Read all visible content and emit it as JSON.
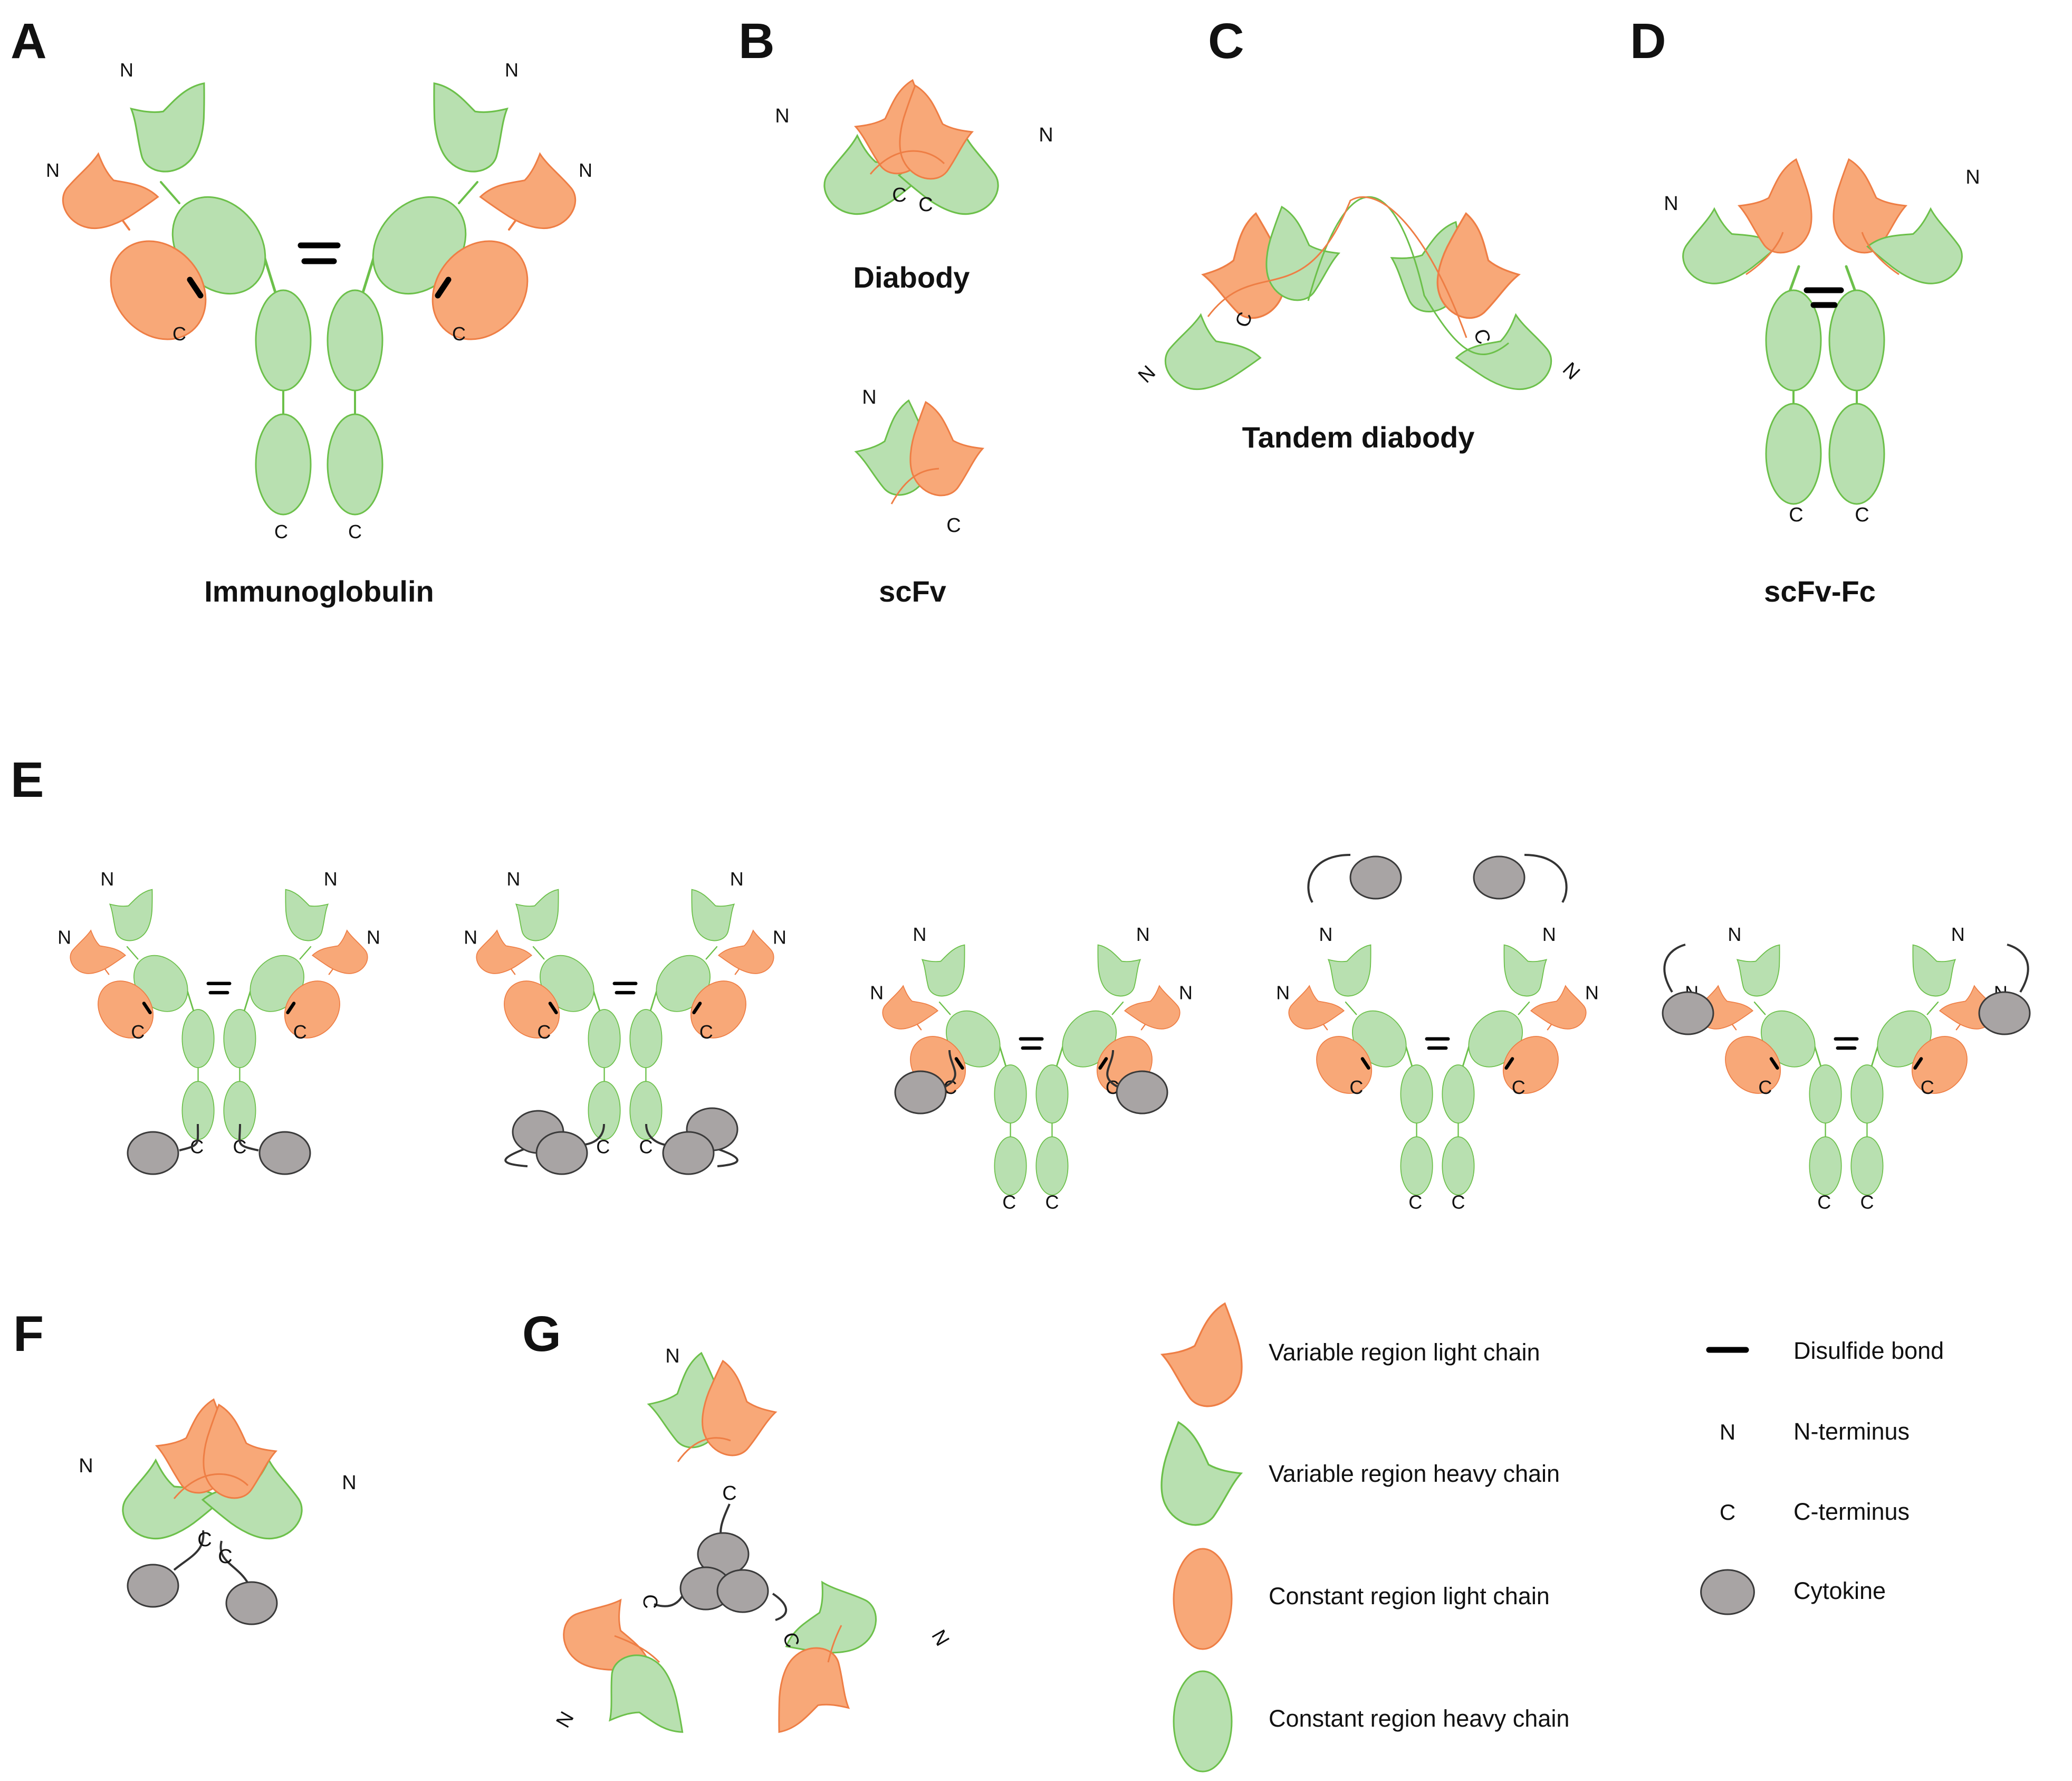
{
  "panels": {
    "A": {
      "label": "A",
      "title": "Immunoglobulin"
    },
    "B": {
      "label": "B",
      "title_diabody": "Diabody",
      "title_scfv": "scFv"
    },
    "C": {
      "label": "C",
      "title": "Tandem diabody"
    },
    "D": {
      "label": "D",
      "title": "scFv-Fc"
    },
    "E": {
      "label": "E"
    },
    "F": {
      "label": "F"
    },
    "G": {
      "label": "G"
    }
  },
  "terminus": {
    "n": "N",
    "c": "C"
  },
  "legend": {
    "vl": "Variable region light chain",
    "vh": "Variable region heavy chain",
    "cl": "Constant region light chain",
    "ch": "Constant region heavy chain",
    "disulfide": "Disulfide bond",
    "nterm_symbol": "N",
    "nterm": "N-terminus",
    "cterm_symbol": "C",
    "cterm": "C-terminus",
    "cytokine": "Cytokine"
  },
  "colors": {
    "light_fill": "#F8A878",
    "light_stroke": "#EE7E45",
    "heavy_fill": "#B8E0B0",
    "heavy_stroke": "#6CC04A",
    "cytokine_fill": "#A8A4A4",
    "cytokine_stroke": "#3a3a3a",
    "disulfide": "#000000"
  }
}
